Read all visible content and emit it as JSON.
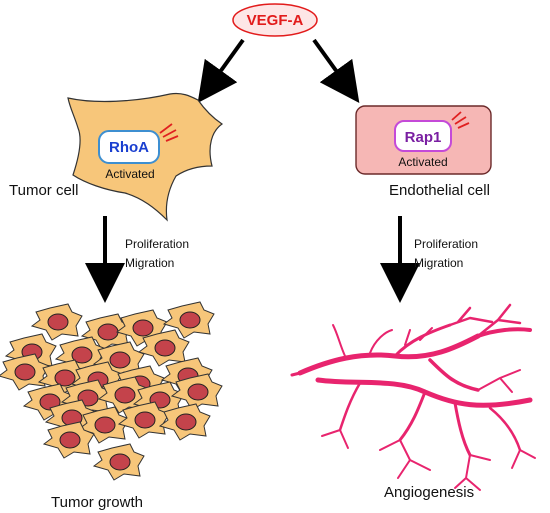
{
  "top": {
    "ligand": "VEGF-A",
    "ligand_color": "#e21b1b"
  },
  "left": {
    "protein": "RhoA",
    "protein_color": "#1a3fd0",
    "status": "Activated",
    "cell_label": "Tumor cell",
    "process": "Proliferation",
    "process2": "Migration",
    "outcome": "Tumor growth",
    "cell_fill": "#f7c67a"
  },
  "right": {
    "protein": "Rap1",
    "protein_color": "#7a1fa2",
    "status": "Activated",
    "cell_label": "Endothelial cell",
    "process": "Proliferation",
    "process2": "Migration",
    "outcome": "Angiogenesis",
    "cell_fill": "#f6b7b5",
    "vessel_color": "#e8246e"
  }
}
